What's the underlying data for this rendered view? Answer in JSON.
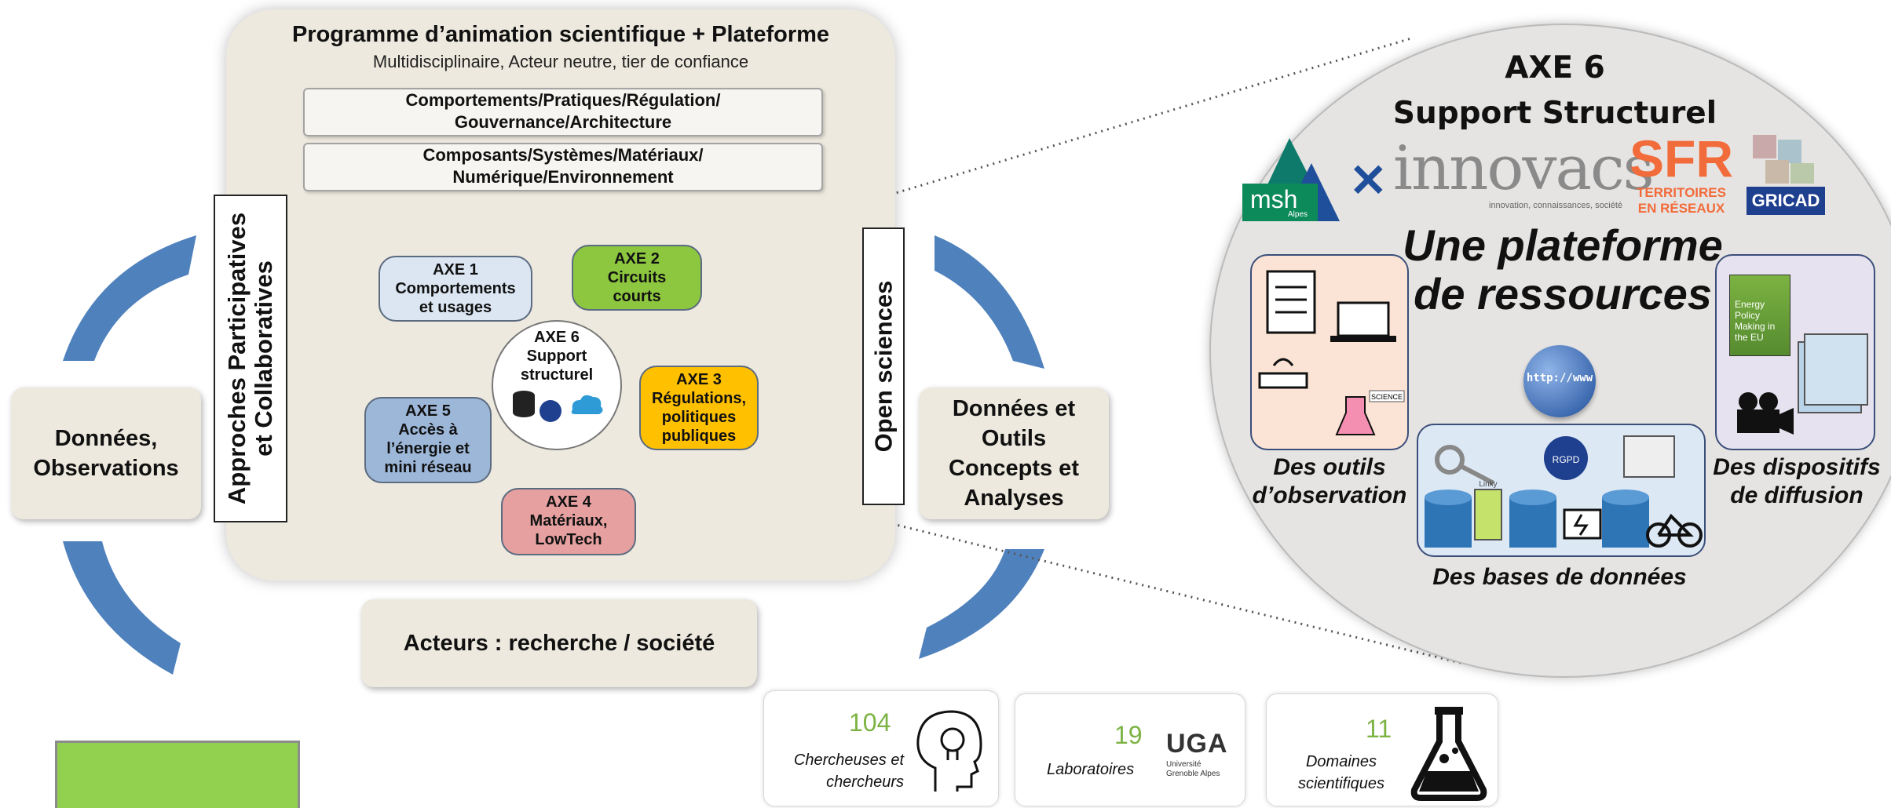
{
  "programme": {
    "title": "Programme d’animation scientifique + Plateforme",
    "subtitle": "Multidisciplinaire, Acteur neutre, tier de confiance",
    "bar1_line1": "Comportements/Pratiques/Régulation/",
    "bar1_line2": "Gouvernance/Architecture",
    "bar2_line1": "Composants/Systèmes/Matériaux/",
    "bar2_line2": "Numérique/Environnement"
  },
  "vertical": {
    "left_line1": "Approches Participatives",
    "left_line2": "et Collaboratives",
    "right": "Open sciences"
  },
  "axes": [
    {
      "id": "AXE 1",
      "line1": "Comportements",
      "line2": "et usages",
      "line3": ""
    },
    {
      "id": "AXE 2",
      "line1": "Circuits",
      "line2": "courts",
      "line3": ""
    },
    {
      "id": "AXE 3",
      "line1": "Régulations,",
      "line2": "politiques",
      "line3": "publiques"
    },
    {
      "id": "AXE 4",
      "line1": "Matériaux,",
      "line2": "LowTech",
      "line3": ""
    },
    {
      "id": "AXE 5",
      "line1": "Accès à",
      "line2": "l’énergie et",
      "line3": "mini réseau"
    },
    {
      "id": "AXE 6",
      "line1": "Support",
      "line2": "structurel",
      "line3": ""
    }
  ],
  "side": {
    "left_line1": "Données,",
    "left_line2": "Observations",
    "right_line1": "Données et",
    "right_line2": "Outils",
    "right_line3": "Concepts et",
    "right_line4": "Analyses",
    "bottom": "Acteurs : recherche / société"
  },
  "axe6_detail": {
    "title_line1": "AXE 6",
    "title_line2": "Support Structurel",
    "logos": {
      "msh": "msh",
      "msh_sub": "Alpes",
      "innovacs": "innovacs",
      "innovacs_sub": "innovation, connaissances, société",
      "sfr": "SFR",
      "sfr_sub1": "TERRITOIRES",
      "sfr_sub2": "EN RÉSEAUX",
      "gricad": "GRICAD"
    },
    "platform_line1": "Une plateforme",
    "platform_line2": "de ressources",
    "tools_line1": "Des outils",
    "tools_line2": "d’observation",
    "diffusion_line1": "Des dispositifs",
    "diffusion_line2": "de diffusion",
    "databases": "Des bases de données",
    "http_text": "http://www",
    "science_tag": "SCIENCE",
    "book_title": "Energy Policy Making in the EU",
    "rgpd": "RGPD",
    "linky": "Linky"
  },
  "stats": [
    {
      "value": "104",
      "label_line1": "Chercheuses et",
      "label_line2": "chercheurs"
    },
    {
      "value": "19",
      "label_line1": "Laboratoires",
      "label_line2": "",
      "logo": "UGA",
      "logo_sub1": "Université",
      "logo_sub2": "Grenoble Alpes"
    },
    {
      "value": "11",
      "label_line1": "Domaines",
      "label_line2": "scientifiques"
    }
  ],
  "colors": {
    "panel_bg": "#ede9de",
    "arrow_blue": "#4f81bd",
    "axe1": "#dce6f2",
    "axe2": "#8dc63f",
    "axe3": "#ffc000",
    "axe4": "#e6a0a0",
    "axe5": "#9db7d9",
    "stat_green": "#7cb342",
    "green_block": "#92d050"
  }
}
